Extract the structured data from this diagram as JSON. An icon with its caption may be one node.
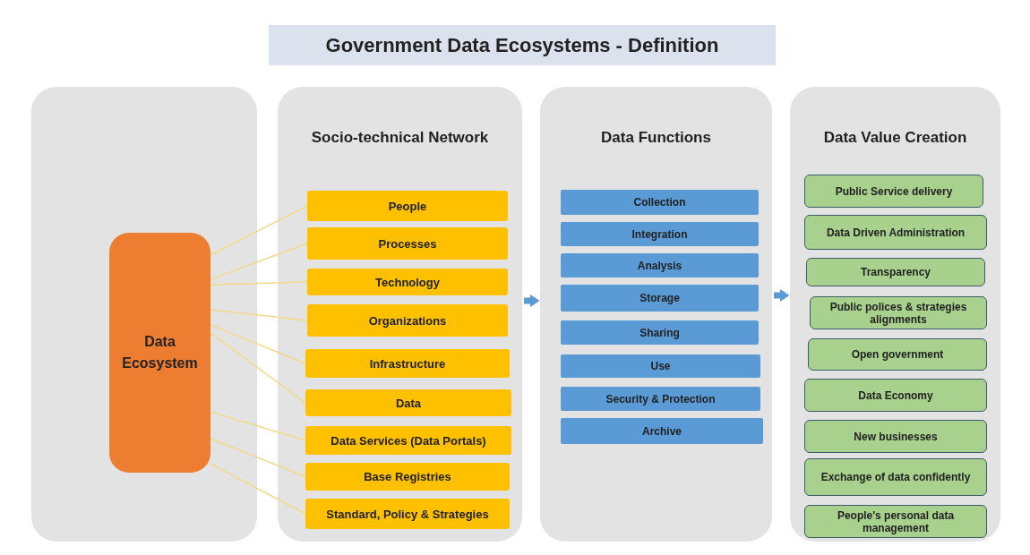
{
  "diagram": {
    "title": "Government Data Ecosystems - Definition",
    "nodes": [
      {
        "text": [],
        "shape": "box"
      },
      {
        "text": [
          "Data Ecosystem"
        ],
        "in": 0
      },
      {
        "text": [
          "Socio-technical Network"
        ]
      },
      {
        "text": [
          "People"
        ],
        "in": 2
      },
      {
        "text": [
          "Processes"
        ],
        "in": 2
      },
      {
        "text": [
          "Technology"
        ],
        "in": 2
      },
      {
        "text": [
          "Organizations"
        ],
        "in": 2
      },
      {
        "text": [
          "Infrastructure"
        ],
        "in": 2
      },
      {
        "text": [
          "Data"
        ],
        "in": 2
      },
      {
        "text": [
          "Data Services (Data Portals)"
        ],
        "in": 2
      },
      {
        "text": [
          "Base Registries"
        ],
        "in": 2
      },
      {
        "text": [
          "Standard, Policy & Strategies"
        ],
        "in": 2
      },
      {
        "text": [
          "Data Functions"
        ]
      },
      {
        "text": [
          "Collection"
        ],
        "in": 12
      },
      {
        "text": [
          "Integration"
        ],
        "in": 12
      },
      {
        "text": [
          "Analysis"
        ],
        "in": 12
      },
      {
        "text": [
          "Storage"
        ],
        "in": 12
      },
      {
        "text": [
          "Sharing"
        ],
        "in": 12
      },
      {
        "text": [
          "Use"
        ],
        "in": 12
      },
      {
        "text": [
          "Security & Protection"
        ],
        "in": 12
      },
      {
        "text": [
          "Archive"
        ],
        "in": 12
      },
      {
        "text": [
          "Data Value Creation"
        ]
      },
      {
        "text": [
          "Public Service delivery"
        ],
        "in": 21
      },
      {
        "text": [
          "Data Driven Administration"
        ],
        "in": 21
      },
      {
        "text": [
          "Transparency"
        ],
        "in": 21
      },
      {
        "text": [
          "Public polices & strategies alignments"
        ],
        "in": 21
      },
      {
        "text": [
          "Open government"
        ],
        "in": 21
      },
      {
        "text": [
          "Data Economy"
        ],
        "in": 21
      },
      {
        "text": [
          "New businesses"
        ],
        "in": 21
      },
      {
        "text": [
          "Exchange of data confidently"
        ],
        "in": 21
      },
      {
        "text": [
          "People's personal data management"
        ],
        "in": 21
      }
    ],
    "edges": [
      {
        "from": 1,
        "to": 3,
        "arrow": "none"
      },
      {
        "from": 1,
        "to": 4,
        "arrow": "none"
      },
      {
        "from": 1,
        "to": 5,
        "arrow": "none"
      },
      {
        "from": 1,
        "to": 6,
        "arrow": "none"
      },
      {
        "from": 1,
        "to": 7,
        "arrow": "none"
      },
      {
        "from": 1,
        "to": 8,
        "arrow": "none"
      },
      {
        "from": 1,
        "to": 9,
        "arrow": "none"
      },
      {
        "from": 1,
        "to": 10,
        "arrow": "none"
      },
      {
        "from": 1,
        "to": 11,
        "arrow": "none"
      },
      {
        "from": 2,
        "to": 12,
        "arrow": "to",
        "style": "thick",
        "color": "#5b9bd5"
      },
      {
        "from": 12,
        "to": 21,
        "arrow": "to",
        "style": "thick",
        "color": "#5b9bd5"
      }
    ]
  }
}
